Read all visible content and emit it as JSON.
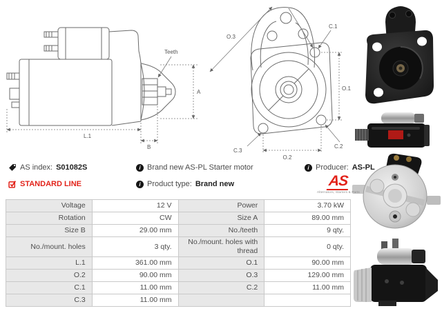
{
  "header": {
    "as_index": {
      "icon": "tag-icon",
      "label": "AS index:",
      "value": "S01082S"
    },
    "standard_line": {
      "icon": "check-icon",
      "label": "STANDARD LINE"
    },
    "brand_new": {
      "icon": "info-icon",
      "text": "Brand new AS-PL Starter motor"
    },
    "product_type": {
      "icon": "info-icon",
      "label": "Product type:",
      "value": "Brand new"
    },
    "producer": {
      "icon": "info-icon",
      "label": "Producer:",
      "value": "AS-PL"
    },
    "logo": {
      "text": "AS",
      "tagline": "Alternators, Starters & Parts"
    }
  },
  "colors": {
    "accent_red": "#e2231a",
    "table_label_bg": "#e8e8e8",
    "table_border": "#c9c9c9",
    "drawing_line": "#6a6a6a"
  },
  "diagrams": {
    "side_view": {
      "teeth": "Teeth",
      "a": "A",
      "l1": "L.1",
      "b": "B"
    },
    "front_view": {
      "o3": "O.3",
      "c1": "C.1",
      "o1": "O.1",
      "c2": "C.2",
      "c3": "C.3",
      "o2": "O.2"
    }
  },
  "spec_table": {
    "rows": [
      {
        "label1": "Voltage",
        "value1": "12 V",
        "label2": "Power",
        "value2": "3.70 kW"
      },
      {
        "label1": "Rotation",
        "value1": "CW",
        "label2": "Size A",
        "value2": "89.00 mm"
      },
      {
        "label1": "Size B",
        "value1": "29.00 mm",
        "label2": "No./teeth",
        "value2": "9 qty."
      },
      {
        "label1": "No./mount. holes",
        "value1": "3 qty.",
        "label2": "No./mount. holes with thread",
        "value2": "0 qty."
      },
      {
        "label1": "L.1",
        "value1": "361.00 mm",
        "label2": "O.1",
        "value2": "90.00 mm"
      },
      {
        "label1": "O.2",
        "value1": "90.00 mm",
        "label2": "O.3",
        "value2": "129.00 mm"
      },
      {
        "label1": "C.1",
        "value1": "11.00 mm",
        "label2": "C.2",
        "value2": "11.00 mm"
      },
      {
        "label1": "C.3",
        "value1": "11.00 mm",
        "label2": "",
        "value2": ""
      }
    ]
  }
}
